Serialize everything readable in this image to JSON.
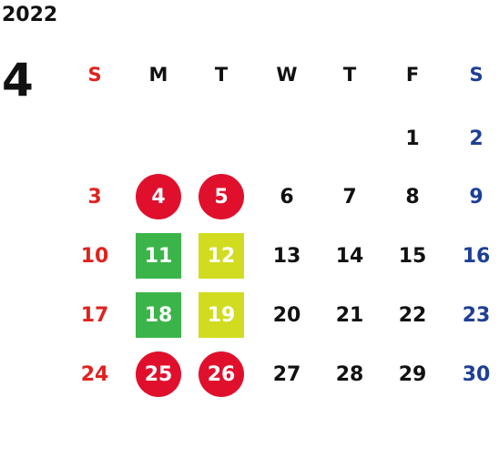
{
  "calendar": {
    "year": "2022",
    "month": "4",
    "weekdays": [
      {
        "label": "S",
        "kind": "sun"
      },
      {
        "label": "M",
        "kind": "weekday"
      },
      {
        "label": "T",
        "kind": "weekday"
      },
      {
        "label": "W",
        "kind": "weekday"
      },
      {
        "label": "T",
        "kind": "weekday"
      },
      {
        "label": "F",
        "kind": "weekday"
      },
      {
        "label": "S",
        "kind": "sat"
      }
    ],
    "weeks": [
      [
        null,
        null,
        null,
        null,
        null,
        {
          "day": "1"
        },
        {
          "day": "2"
        }
      ],
      [
        {
          "day": "3"
        },
        {
          "day": "4",
          "mark": "red-circle"
        },
        {
          "day": "5",
          "mark": "red-circle"
        },
        {
          "day": "6"
        },
        {
          "day": "7"
        },
        {
          "day": "8"
        },
        {
          "day": "9"
        }
      ],
      [
        {
          "day": "10"
        },
        {
          "day": "11",
          "mark": "green-square"
        },
        {
          "day": "12",
          "mark": "yellow-green-square"
        },
        {
          "day": "13"
        },
        {
          "day": "14"
        },
        {
          "day": "15"
        },
        {
          "day": "16"
        }
      ],
      [
        {
          "day": "17"
        },
        {
          "day": "18",
          "mark": "green-square"
        },
        {
          "day": "19",
          "mark": "yellow-green-square"
        },
        {
          "day": "20"
        },
        {
          "day": "21"
        },
        {
          "day": "22"
        },
        {
          "day": "23"
        }
      ],
      [
        {
          "day": "24"
        },
        {
          "day": "25",
          "mark": "red-circle"
        },
        {
          "day": "26",
          "mark": "red-circle"
        },
        {
          "day": "27"
        },
        {
          "day": "28"
        },
        {
          "day": "29"
        },
        {
          "day": "30"
        }
      ]
    ]
  },
  "colors": {
    "sunday_text": "#e0231f",
    "saturday_text": "#1e3f96",
    "weekday_text": "#111111",
    "red-circle": "#e0102d",
    "green-square": "#3bb54a",
    "yellow-green-square": "#d1dc20"
  }
}
